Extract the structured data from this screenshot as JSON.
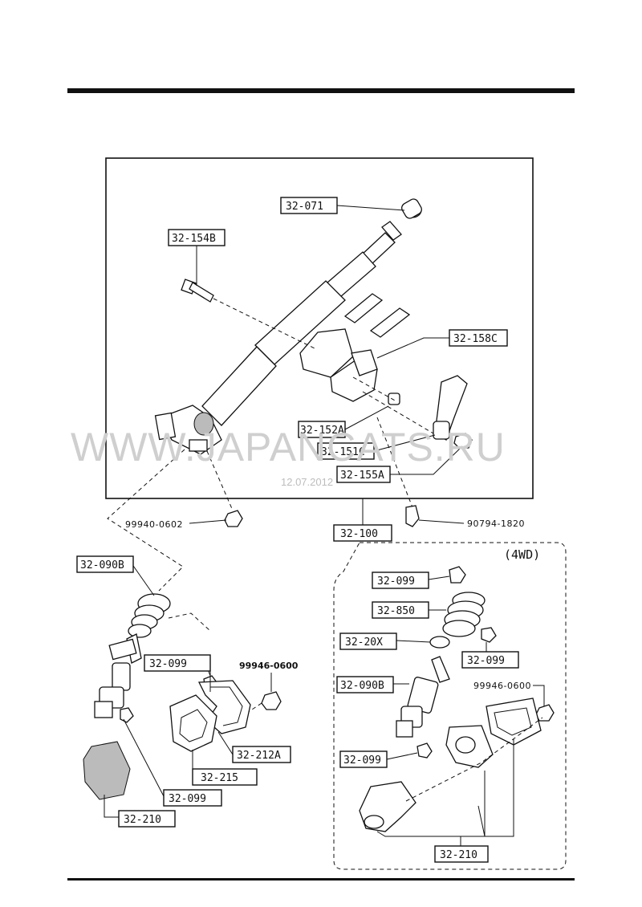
{
  "watermark": {
    "text": "WWW.JAPANCATS.RU",
    "date": "12.07.2012"
  },
  "group_label": "(4WD)",
  "parts": {
    "p32_071": "32-071",
    "p32_154B": "32-154B",
    "p32_158C": "32-158C",
    "p32_152A": "32-152A",
    "p32_151C": "32-151C",
    "p32_155A": "32-155A",
    "p32_100": "32-100",
    "p99940_0602": "99940-0602",
    "p90794_1820": "90794-1820",
    "p32_090B_left": "32-090B",
    "p32_099_left_a": "32-099",
    "p99946_0600_left": "99946-0600",
    "p32_212A": "32-212A",
    "p32_215": "32-215",
    "p32_099_left_b": "32-099",
    "p32_210_left": "32-210",
    "p32_099_r1": "32-099",
    "p32_850": "32-850",
    "p32_20X": "32-20X",
    "p32_099_r2": "32-099",
    "p32_090B_right": "32-090B",
    "p99946_0600_right": "99946-0600",
    "p32_099_r3": "32-099",
    "p32_210_right": "32-210"
  }
}
